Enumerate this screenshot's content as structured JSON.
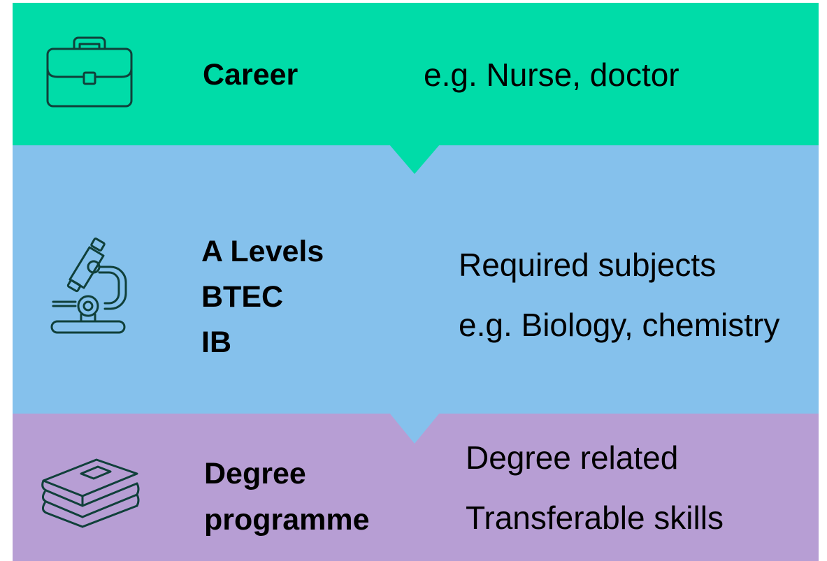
{
  "colors": {
    "career_band": "#00dca8",
    "alevels_band": "#85c1ec",
    "degree_band": "#b79ed4",
    "icon_stroke": "#10403a"
  },
  "career": {
    "icon": "briefcase-icon",
    "title": "Career",
    "example": "e.g. Nurse, doctor"
  },
  "qualifications": {
    "icon": "microscope-icon",
    "items": [
      "A Levels",
      "BTEC",
      "IB"
    ],
    "requirements": [
      "Required subjects",
      "e.g. Biology, chemistry"
    ]
  },
  "degree": {
    "icon": "books-icon",
    "title_lines": [
      "Degree",
      "programme"
    ],
    "details": [
      "Degree related",
      "Transferable skills"
    ]
  }
}
